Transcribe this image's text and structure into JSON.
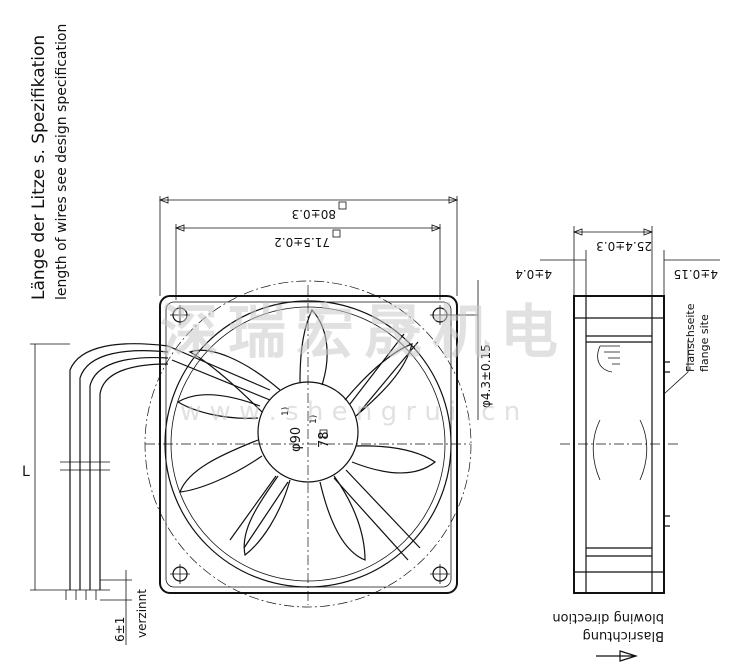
{
  "notes": {
    "wire_length_de": "Länge der Litze s. Spezifikation",
    "wire_length_en": "length of wires see design specification"
  },
  "dimensions": {
    "overall_width": "80±0.3",
    "hole_spacing": "71.5±0.2",
    "outer_diameter": "φ90",
    "outer_diameter_note": "1)",
    "hub_square": "78",
    "hub_square_note": "1)",
    "hole_diameter": "φ4.3±0.15",
    "depth": "25.4±0.3",
    "flange_left": "4±0.4",
    "flange_right": "4±0.15",
    "wire_strip": "6±1",
    "wire_L": "L"
  },
  "labels": {
    "tinned": "verzinnt",
    "flange_de": "Flanschseite",
    "flange_en": "flange site",
    "blowing_de": "Blasrichtung",
    "blowing_en": "blowing direction"
  },
  "watermark": {
    "cn": "深瑞宏晟机电",
    "url": "w w w . s h e n g r u i . c n"
  }
}
